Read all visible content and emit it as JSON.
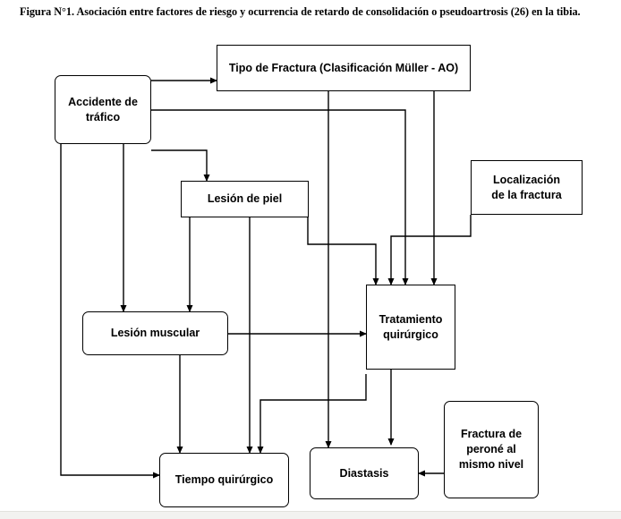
{
  "caption": "Figura N°1. Asociación entre factores de riesgo y ocurrencia de retardo de consolidación o pseudoartrosis (26) en la tibia.",
  "nodes": {
    "tipo_fractura": "Tipo de Fractura (Clasificación Müller - AO)",
    "accidente": "Accidente de\ntráfico",
    "lesion_piel": "Lesión de piel",
    "localizacion": "Localización\nde la fractura",
    "lesion_muscular": "Lesión muscular",
    "tratamiento": "Tratamiento\nquirúrgico",
    "fractura_perone": "Fractura de\nperoné al\nmismo nivel",
    "tiempo": "Tiempo quirúrgico",
    "diastasis": "Diastasis"
  }
}
